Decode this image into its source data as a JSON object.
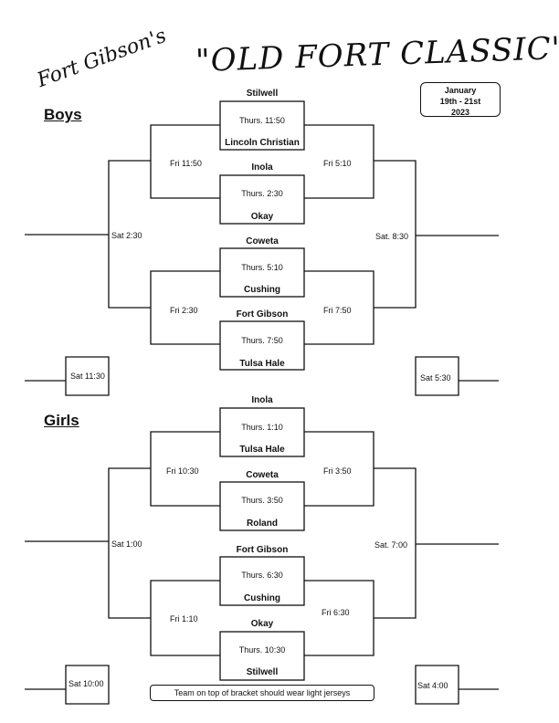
{
  "header": {
    "script_title": "Fort Gibson's",
    "title": "\"OLD FORT CLASSIC\"",
    "date_lines": [
      "January",
      "19th - 21st",
      "2023"
    ]
  },
  "boys": {
    "heading": "Boys",
    "games": [
      {
        "top": "Stilwell",
        "time": "Thurs. 11:50",
        "bottom": "Lincoln Christian"
      },
      {
        "top": "Inola",
        "time": "Thurs. 2:30",
        "bottom": "Okay"
      },
      {
        "top": "Coweta",
        "time": "Thurs. 5:10",
        "bottom": "Cushing"
      },
      {
        "top": "Fort Gibson",
        "time": "Thurs. 7:50",
        "bottom": "Tulsa Hale"
      }
    ],
    "left_times": [
      "Fri 11:50",
      "Fri 2:30",
      "Sat 2:30",
      "Sat 11:30"
    ],
    "right_times": [
      "Fri 5:10",
      "Fri 7:50",
      "Sat. 8:30",
      "Sat 5:30"
    ]
  },
  "girls": {
    "heading": "Girls",
    "games": [
      {
        "top": "Inola",
        "time": "Thurs. 1:10",
        "bottom": "Tulsa Hale"
      },
      {
        "top": "Coweta",
        "time": "Thurs. 3:50",
        "bottom": "Roland"
      },
      {
        "top": "Fort Gibson",
        "time": "Thurs. 6:30",
        "bottom": "Cushing"
      },
      {
        "top": "Okay",
        "time": "Thurs. 10:30",
        "bottom": "Stilwell"
      }
    ],
    "left_times": [
      "Fri 10:30",
      "Fri 1:10",
      "Sat 1:00",
      "Sat  10:00"
    ],
    "right_times": [
      "Fri 3:50",
      "Fri 6:30",
      "Sat. 7:00",
      "Sat 4:00"
    ]
  },
  "footer_note": "Team on top of bracket should wear light jerseys"
}
